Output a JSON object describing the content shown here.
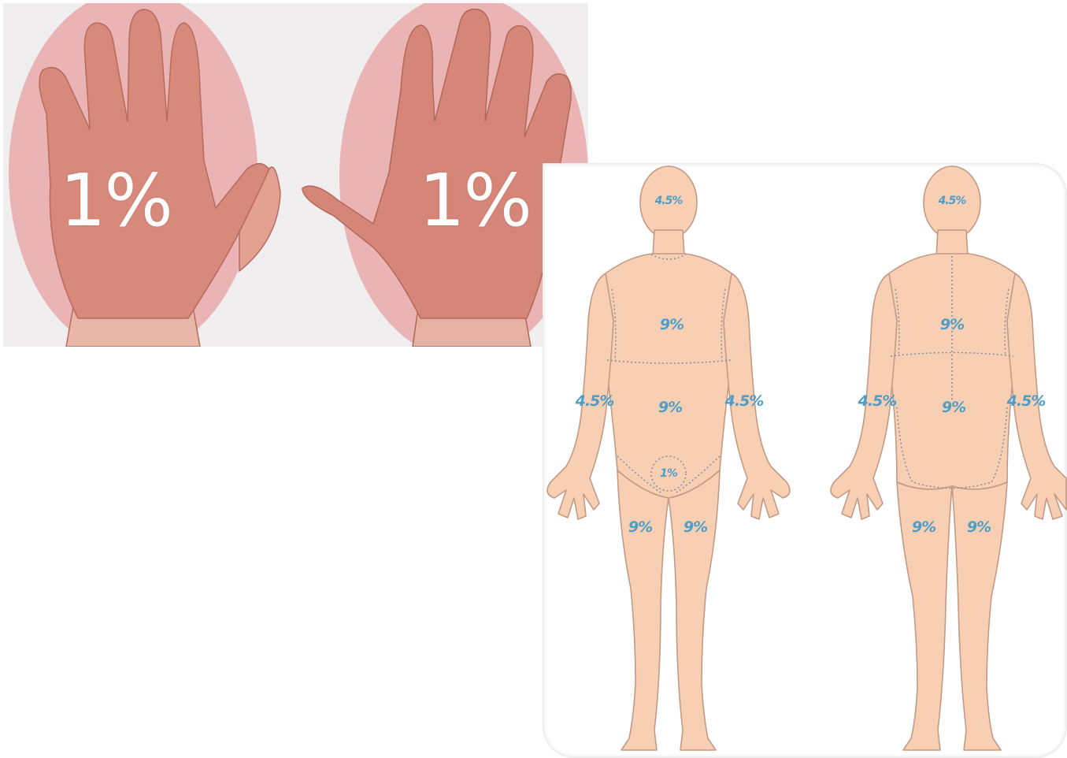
{
  "hands": {
    "palm_label": "1%",
    "back_label": "1%",
    "highlight_color": "#e9a9a9"
  },
  "body_chart": {
    "front": {
      "head": "4.5%",
      "chest": "9%",
      "abdomen": "9%",
      "arm_right": "4.5%",
      "arm_left": "4.5%",
      "genitals": "1%",
      "leg_right": "9%",
      "leg_left": "9%"
    },
    "back": {
      "head": "4.5%",
      "upper_back": "9%",
      "lower_back": "9%",
      "arm_left": "4.5%",
      "arm_right": "4.5%",
      "leg_left": "9%",
      "leg_right": "9%"
    },
    "skin_color": "#f8cfb2",
    "label_color": "#4c9ec9"
  }
}
